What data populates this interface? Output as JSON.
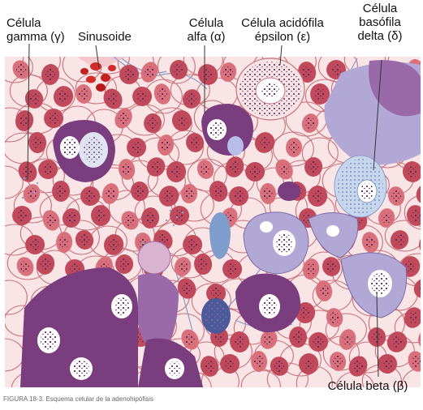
{
  "labels": {
    "gamma": {
      "line1": "Célula",
      "line2": "gamma (γ)"
    },
    "sinusoide": {
      "line1": "Sinusoide"
    },
    "alfa": {
      "line1": "Célula",
      "line2": "alfa (α)"
    },
    "acidofila": {
      "line1": "Célula acidófila",
      "line2": "épsilon (ε)"
    },
    "basofila": {
      "line1": "Célula",
      "line2": "basófila",
      "line3": "delta (δ)"
    },
    "beta": {
      "line1": "Célula beta (β)"
    }
  },
  "caption": "FIGURA 18-3. Esquema celular de la adenohipófisis",
  "colors": {
    "background": "#f9e4e6",
    "cell_outline": "#c9727c",
    "red_cell": "#c04a5c",
    "red_cell_light": "#d9707c",
    "dark_purple": "#7a3e7e",
    "mid_purple": "#9a6aa8",
    "light_purple": "#b2a8d6",
    "light_blue": "#c6d6ec",
    "steel_blue": "#7e9ccc",
    "blood_red": "#d42a2a",
    "leader_line": "#333333"
  }
}
